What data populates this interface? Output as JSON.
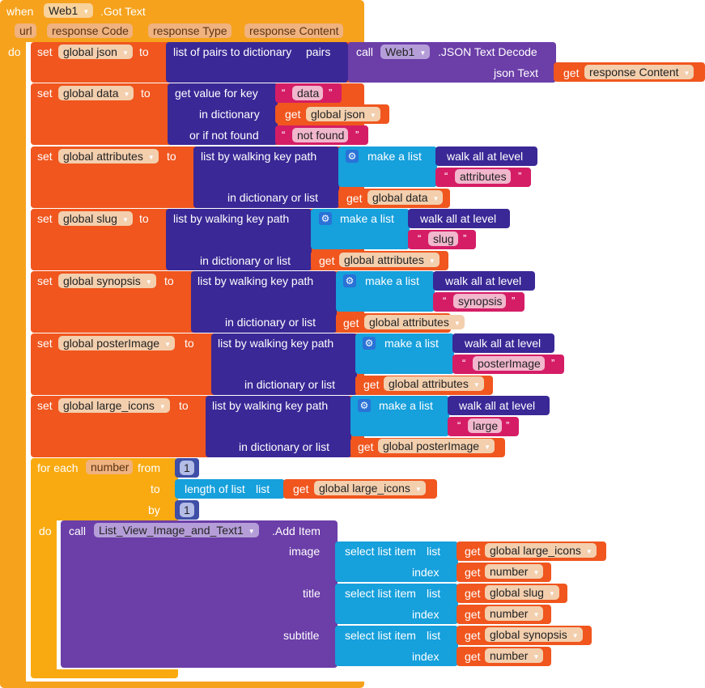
{
  "event": {
    "when": "when",
    "component": "Web1",
    "event_name": ".Got Text",
    "params": [
      "url",
      "response Code",
      "response Type",
      "response Content"
    ],
    "do": "do"
  },
  "common": {
    "set": "set",
    "to": "to",
    "get": "get",
    "do": "do",
    "call": "call",
    "index": "index",
    "list": "list"
  },
  "json_row": {
    "var": "global json",
    "func": "list of pairs to dictionary",
    "pairs": "pairs",
    "call_component": "Web1",
    "call_method": ".JSON Text Decode",
    "arg_label": "json Text",
    "arg_var": "response Content"
  },
  "data_row": {
    "var": "global data",
    "func": "get value for key",
    "key": "data",
    "in_dict": "in dictionary",
    "dict_var": "global json",
    "or_if": "or if not found",
    "default": "not found"
  },
  "walk_labels": {
    "func": "list by walking key path",
    "make_list": "make a list",
    "walk_all": "walk all at level",
    "in_dict_or_list": "in dictionary or list"
  },
  "walks": [
    {
      "var": "global attributes",
      "key": "attributes",
      "source": "global data"
    },
    {
      "var": "global slug",
      "key": "slug",
      "source": "global attributes"
    },
    {
      "var": "global synopsis",
      "key": "synopsis",
      "source": "global attributes"
    },
    {
      "var": "global posterImage",
      "key": "posterImage",
      "source": "global attributes"
    },
    {
      "var": "global large_icons",
      "key": "large",
      "source": "global posterImage"
    }
  ],
  "for_each": {
    "label": "for each",
    "var": "number",
    "from": "from",
    "from_value": "1",
    "to": "to",
    "length_label": "length of list",
    "list_label": "list",
    "list_var": "global large_icons",
    "by": "by",
    "by_value": "1"
  },
  "add_item": {
    "component": "List_View_Image_and_Text1",
    "method": ".Add Item",
    "select": "select list item",
    "index_var": "number",
    "args": [
      {
        "label": "image",
        "list_var": "global large_icons"
      },
      {
        "label": "title",
        "list_var": "global slug"
      },
      {
        "label": "subtitle",
        "list_var": "global synopsis"
      }
    ]
  },
  "colors": {
    "event": "#F6A21C",
    "set": "#F0561E",
    "dict": "#3A2896",
    "list": "#16A0DC",
    "text": "#D51D66",
    "procedure": "#6B3EA8",
    "control": "#F9AA11",
    "math": "#3F4EA6",
    "pill_light": "#F3CFAE",
    "get": "#F0561E"
  }
}
